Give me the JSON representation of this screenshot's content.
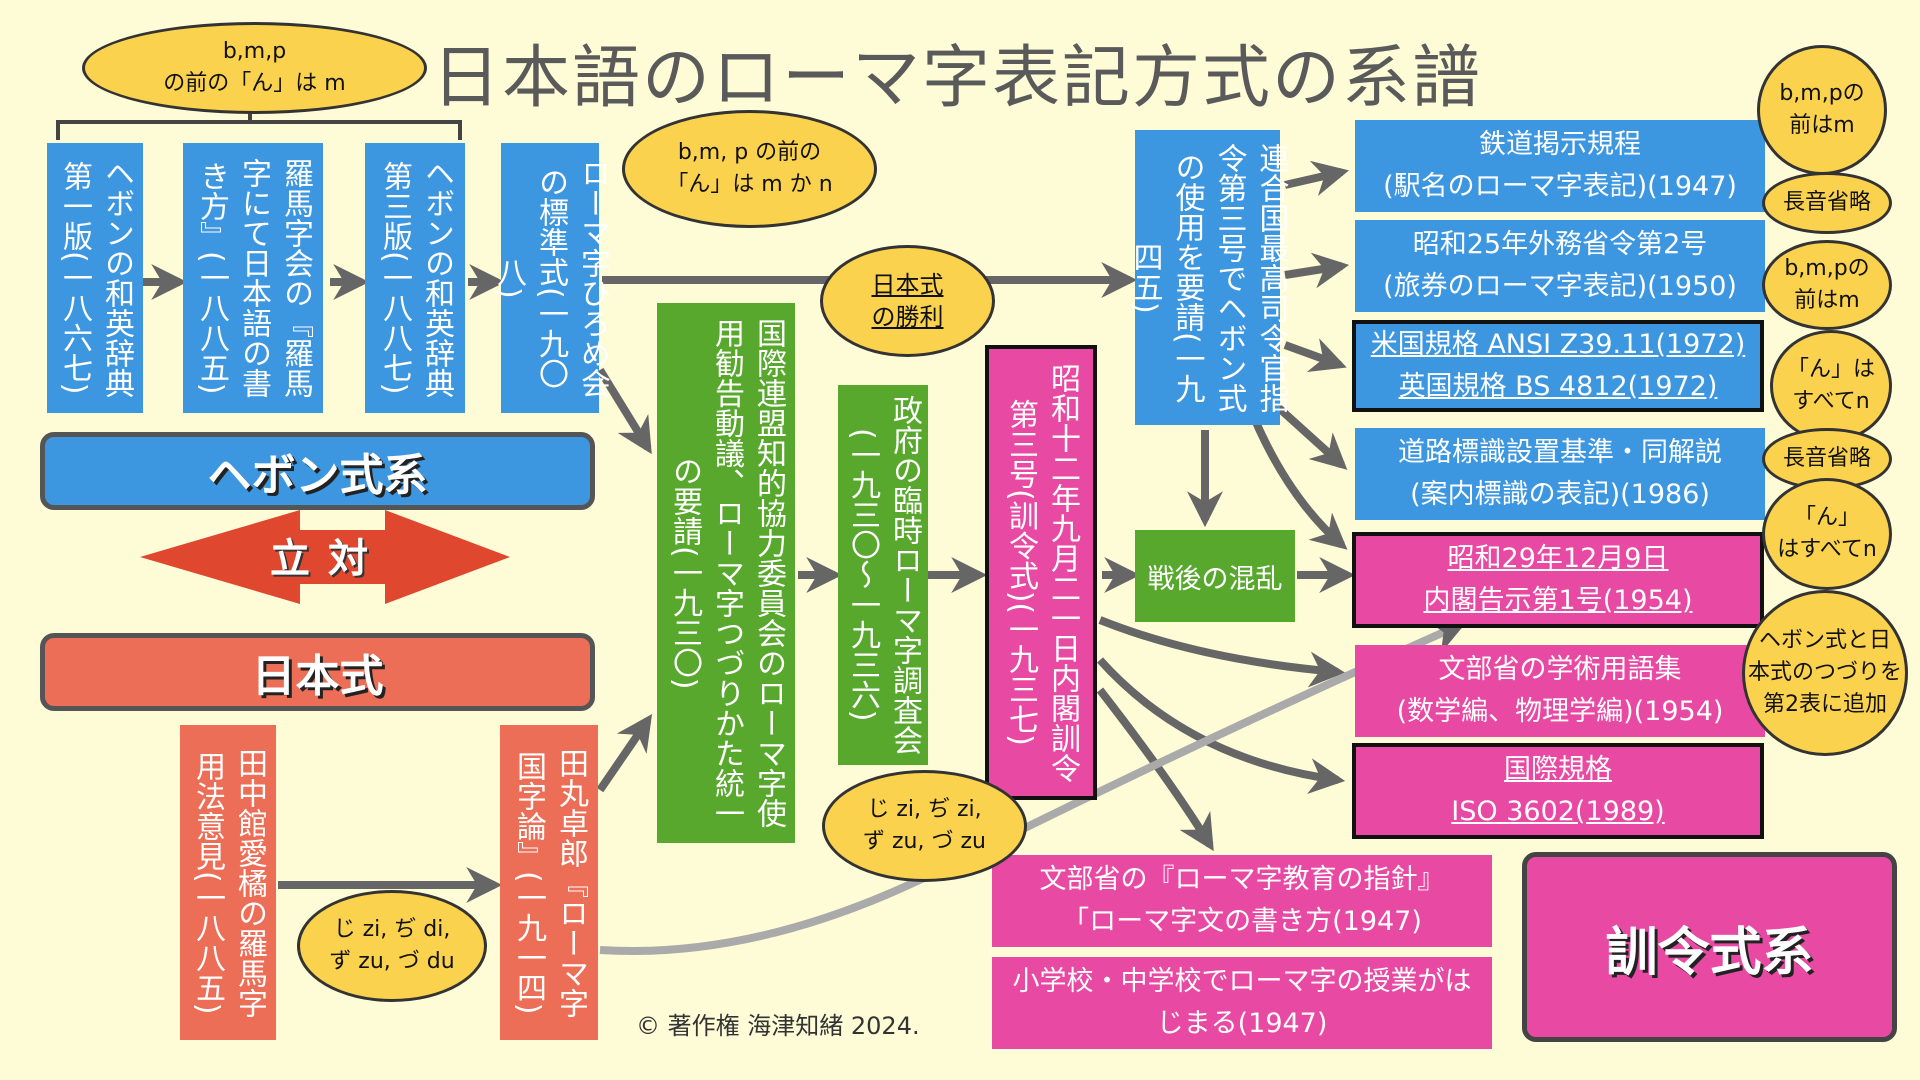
{
  "title": "日本語のローマ字表記方式の系譜",
  "copyright": "© 著作権 海津知緒 2024.",
  "systems": {
    "hepburn": "ヘボン式系",
    "nihon": "日本式",
    "opposition": "対立",
    "kunrei": "訓令式系"
  },
  "hepburn_boxes": [
    "ヘボンの和英辞典第一版(一八六七)",
    "羅馬字会の『羅馬字にて日本語の書き方』(一八八五)",
    "ヘボンの和英辞典第三版(一八八七)",
    "ローマ字ひろめ会の標準式(一九〇八)"
  ],
  "nihon_boxes": [
    "田中館愛橘の羅馬字用法意見(一八八五)",
    "田丸卓郎『ローマ字国字論』(一九一四)"
  ],
  "green_boxes": [
    "国際連盟知的協力委員会のローマ字使用勧告動議、ローマ字つづりかた統一の要請(一九三〇)",
    "政府の臨時ローマ字調査会(一九三〇〜一九三六)",
    "戦後の混乱"
  ],
  "kunrei_box": "昭和十二年九月二一日内閣訓令第三号(訓令式)(一九三七)",
  "ghq_box": "連合国最高司令官指令第三号でヘボン式の使用を要請(一九四五)",
  "right_boxes": [
    {
      "line1": "鉄道掲示規程",
      "line2": "(駅名のローマ字表記)(1947)"
    },
    {
      "line1": "昭和25年外務省令第2号",
      "line2": "(旅券のローマ字表記)(1950)"
    },
    {
      "line1": "米国規格 ANSI Z39.11(1972)",
      "line2": "英国規格 BS 4812(1972)"
    },
    {
      "line1": "道路標識設置基準・同解説",
      "line2": "(案内標識の表記)(1986)"
    },
    {
      "line1": "昭和29年12月9日",
      "line2": "内閣告示第1号(1954)"
    },
    {
      "line1": "文部省の学術用語集",
      "line2": "(数学編、物理学編)(1954)"
    },
    {
      "line1": "国際規格",
      "line2": "ISO 3602(1989)"
    },
    {
      "line1": "文部省の『ローマ字教育の指針』",
      "line2": "「ローマ字文の書き方(1947)"
    },
    {
      "line1": "小学校・中学校でローマ字の授業がは",
      "line2": "じまる(1947)"
    }
  ],
  "bubbles": {
    "top_left": [
      "b,m,p",
      "の前の「ん」は m"
    ],
    "hiromekai": [
      "b,m, p の前の",
      "「ん」は m か n"
    ],
    "victory": [
      "日本式",
      "の勝利"
    ],
    "kunrei_note": [
      "じ zi, ぢ zi,",
      "ず zu, づ zu"
    ],
    "tanakadate_note": [
      "じ zi, ぢ di,",
      "ず zu, づ du"
    ],
    "r1": [
      "b,m,pの",
      "前はm"
    ],
    "r2": [
      "長音省略"
    ],
    "r3": [
      "b,m,pの",
      "前はm"
    ],
    "r4": [
      "「ん」は",
      "すべてn"
    ],
    "r5": [
      "長音省略"
    ],
    "r6": [
      "「ん」",
      "はすべてn"
    ],
    "r7": [
      "ヘボン式と日",
      "本式のつづりを",
      "第2表に追加"
    ]
  },
  "colors": {
    "background": "#fefbd7",
    "hepburn_blue": "#3d96e0",
    "nihon_red": "#ec6e57",
    "green": "#57a82d",
    "kunrei_pink": "#e84aa3",
    "bubble_yellow": "#fbd24d",
    "arrow_gray": "#666666"
  }
}
